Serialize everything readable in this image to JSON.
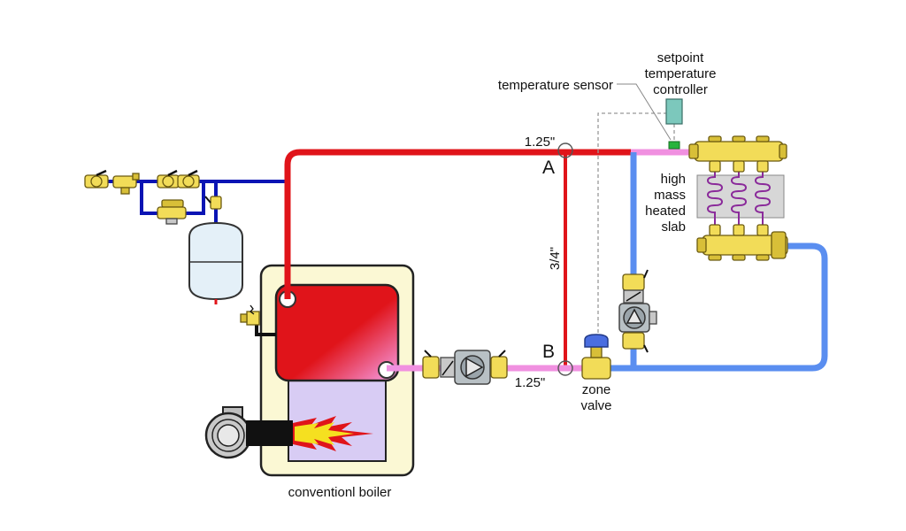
{
  "labels": {
    "setpoint_line1": "setpoint",
    "setpoint_line2": "temperature",
    "setpoint_line3": "controller",
    "temperature_sensor": "temperature sensor",
    "pipe_top": "1.25\"",
    "pipe_bottom": "1.25\"",
    "pipe_vertical": "3/4\"",
    "point_a": "A",
    "point_b": "B",
    "slab_line1": "high",
    "slab_line2": "mass",
    "slab_line3": "heated",
    "slab_line4": "slab",
    "zone_valve_line1": "zone",
    "zone_valve_line2": "valve",
    "boiler": "conventionl boiler"
  },
  "colors": {
    "supply_hot": "#e0141a",
    "return_cool": "#f090e0",
    "return_cold": "#5a8ef0",
    "cold_water": "#0a14b4",
    "brass": "#f2dc58",
    "slab": "#d7d7d7",
    "tubing": "#8a2a9a",
    "boiler_cabinet": "#fbf8d4",
    "combustion_chamber": "#d8ccf4",
    "controller": "#7cc8bc",
    "sensor": "#28b43c",
    "zone_valve_actuator": "#4a6ee0",
    "flame": "#f5e020"
  }
}
